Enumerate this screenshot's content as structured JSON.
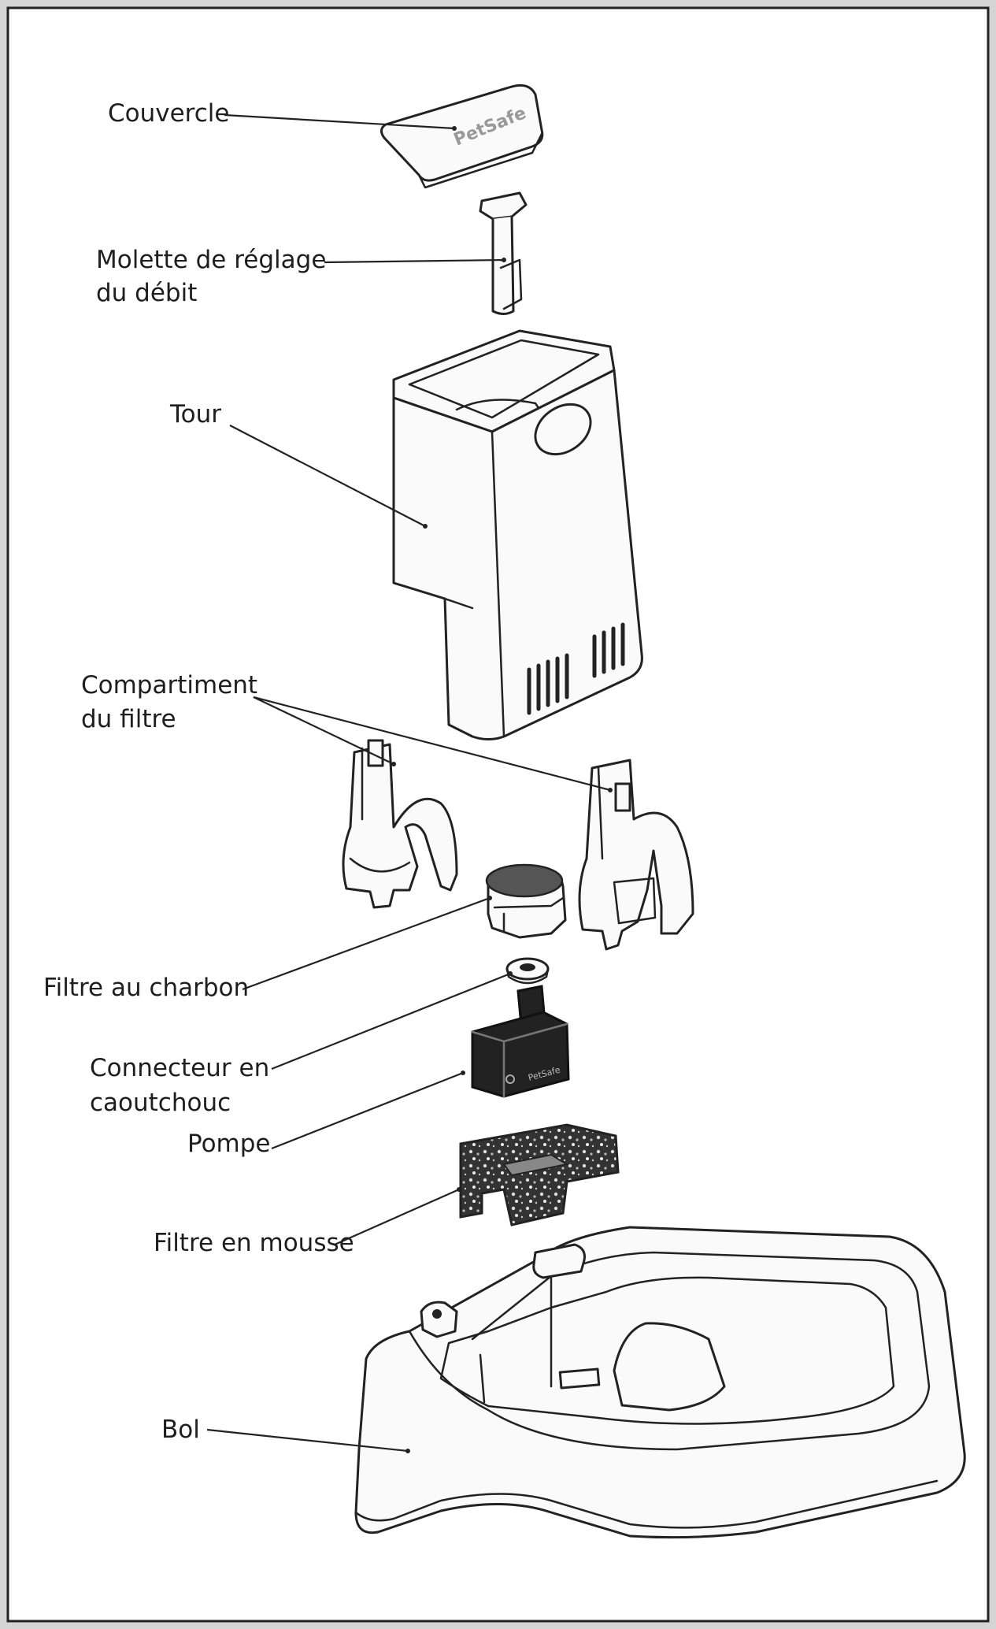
{
  "labels": {
    "lid": "Couvercle",
    "lid_logo": "PetSafe",
    "flow_knob_1": "Molette de réglage",
    "flow_knob_2": "du débit",
    "tower": "Tour",
    "filter_housing_1": "Compartiment",
    "filter_housing_2": "du filtre",
    "carbon_filter": "Filtre au charbon",
    "rubber_connector_1": "Connecteur en",
    "rubber_connector_2": "caoutchouc",
    "pump": "Pompe",
    "pump_logo": "PetSafe",
    "foam_filter": "Filtre en mousse",
    "bowl": "Bol"
  },
  "colors": {
    "background": "#d4d4d4",
    "frame": "#222222",
    "line": "#222222",
    "part_fill": "#fafafa"
  }
}
